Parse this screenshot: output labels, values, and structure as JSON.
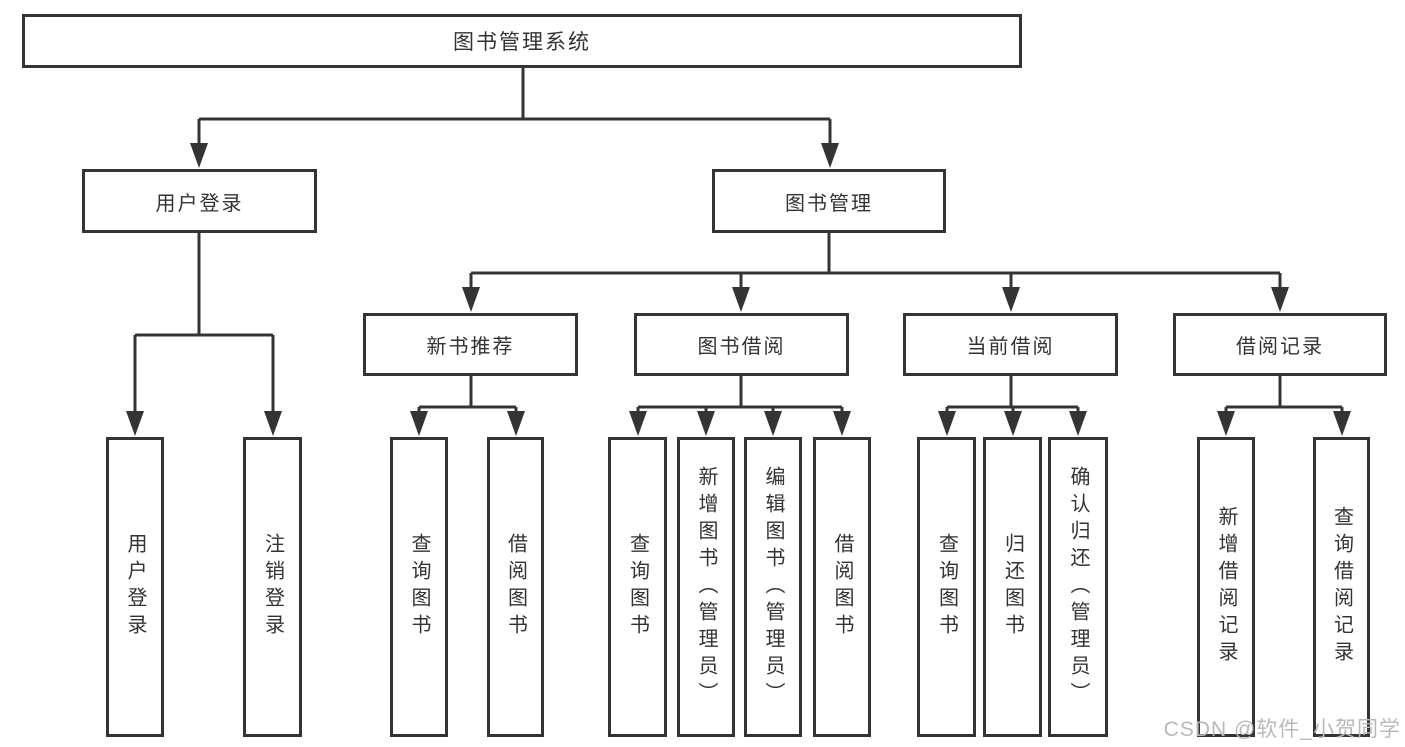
{
  "tree": {
    "root": {
      "label": "图书管理系统"
    },
    "branches": [
      {
        "label": "用户登录",
        "children": [
          {
            "label": "用户登录"
          },
          {
            "label": "注销登录"
          }
        ]
      },
      {
        "label": "图书管理",
        "children": [
          {
            "label": "新书推荐",
            "children": [
              {
                "label": "查询图书"
              },
              {
                "label": "借阅图书"
              }
            ]
          },
          {
            "label": "图书借阅",
            "children": [
              {
                "label": "查询图书"
              },
              {
                "label": "新增图书（管理员）"
              },
              {
                "label": "编辑图书（管理员）"
              },
              {
                "label": "借阅图书"
              }
            ]
          },
          {
            "label": "当前借阅",
            "children": [
              {
                "label": "查询图书"
              },
              {
                "label": "归还图书"
              },
              {
                "label": "确认归还（管理员）"
              }
            ]
          },
          {
            "label": "借阅记录",
            "children": [
              {
                "label": "新增借阅记录"
              },
              {
                "label": "查询借阅记录"
              }
            ]
          }
        ]
      }
    ]
  },
  "watermark": {
    "text": "CSDN @软件_小贺同学"
  },
  "colors": {
    "line": "#343434",
    "box_border": "#343434",
    "text": "#333333",
    "watermark": "#b9b9b9",
    "background": "#ffffff"
  }
}
